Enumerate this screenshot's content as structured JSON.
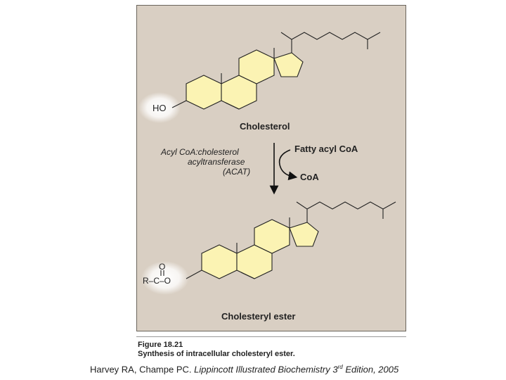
{
  "diagram": {
    "ho_label": "HO",
    "cholesterol_label": "Cholesterol",
    "enzyme_line1": "Acyl CoA:cholesterol",
    "enzyme_line2": "acyltransferase",
    "enzyme_line3": "(ACAT)",
    "substrate": "Fatty acyl CoA",
    "product_coa": "CoA",
    "ester_o_top": "O",
    "ester_bond": "R–C–O",
    "ester_label": "Cholesteryl ester",
    "ring_fill": "#fbf3b3",
    "highlight": "#ffffff",
    "panel_bg": "#d9cfc3"
  },
  "caption": {
    "figure": "Figure 18.21",
    "description": "Synthesis of intracellular cholesteryl ester."
  },
  "citation": {
    "authors": "Harvey RA, Champe PC. ",
    "title": "Lippincott Illustrated Biochemistry 3",
    "sup": "rd",
    "rest": " Edition, 2005"
  }
}
